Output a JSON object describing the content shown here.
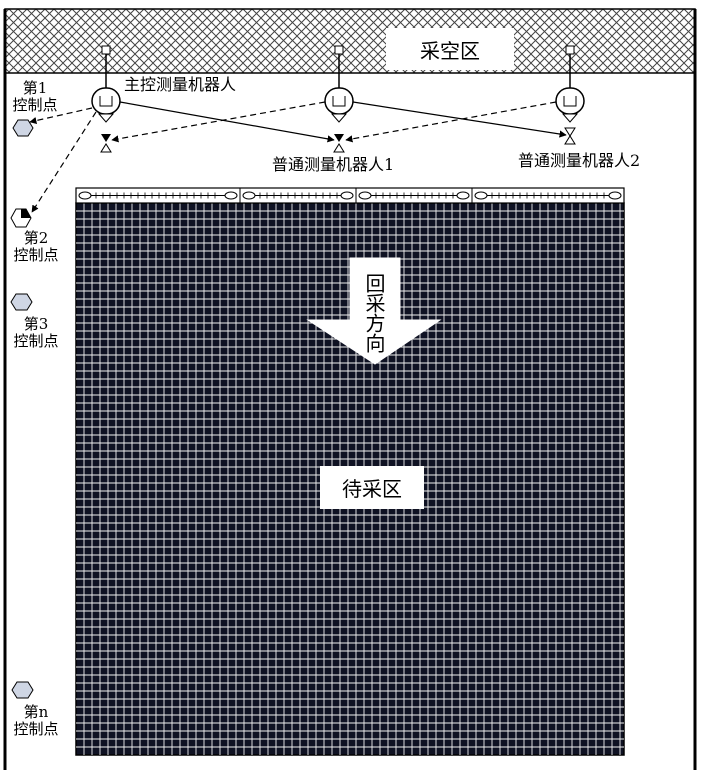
{
  "goaf_area": {
    "label": "采空区"
  },
  "mining_area": {
    "label": "待采区"
  },
  "mining_direction": {
    "label": "回采方向"
  },
  "robots": {
    "master": "主控测量机器人",
    "normal1": "普通测量机器人1",
    "normal2": "普通测量机器人2"
  },
  "control_points": [
    {
      "line1": "第1",
      "line2": "控制点"
    },
    {
      "line1": "第2",
      "line2": "控制点"
    },
    {
      "line1": "第3",
      "line2": "控制点"
    },
    {
      "line1": "第n",
      "line2": "控制点"
    }
  ],
  "colors": {
    "grid_background": "#0f1223",
    "grid_lines": "#f2f2f2",
    "hatch": "#444444"
  }
}
